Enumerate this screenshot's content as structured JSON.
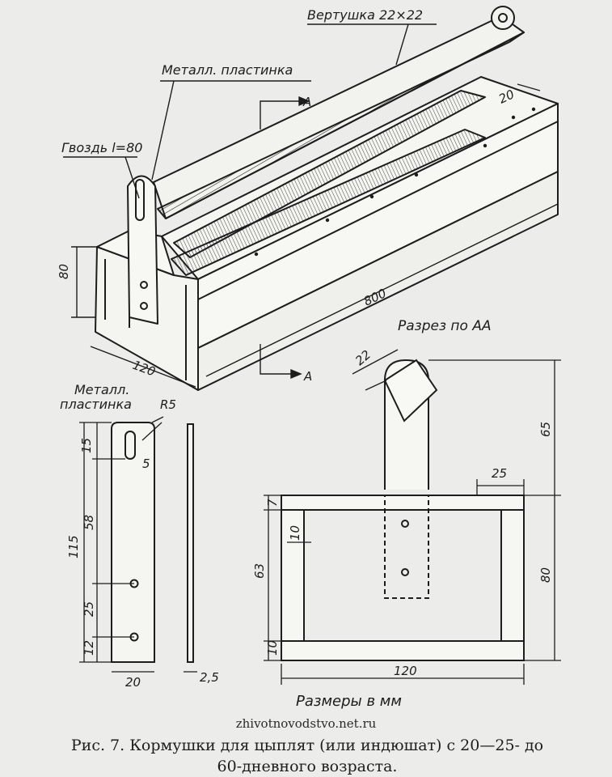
{
  "labels": {
    "vertushka": "Вертушка 22×22",
    "metal_plate_top": "Металл. пластинка",
    "nail": "Гвоздь l=80",
    "section_mark": "A",
    "section_title": "Разрез по АА",
    "metal_plate_left_line1": "Металл.",
    "metal_plate_left_line2": "пластинка",
    "units": "Размеры в мм"
  },
  "dimensions": {
    "width_20": "20",
    "height_80": "80",
    "length_800": "800",
    "depth_120": "120",
    "radius": "R5",
    "d15": "15",
    "d5": "5",
    "d115": "115",
    "d58": "58",
    "d25_left": "25",
    "d12": "12",
    "d20_bottom": "20",
    "d2_5": "2,5",
    "d22": "22",
    "d65": "65",
    "d25_right": "25",
    "d7": "7",
    "d10_wall": "10",
    "d63": "63",
    "d80_right": "80",
    "d10_bottom": "10",
    "d120_bottom": "120"
  },
  "watermark": "zhivotnovodstvo.net.ru",
  "caption": {
    "line1": "Рис. 7. Кормушки для цыплят (или индюшат) с 20—25- до",
    "line2": "60-дневного возраста."
  }
}
